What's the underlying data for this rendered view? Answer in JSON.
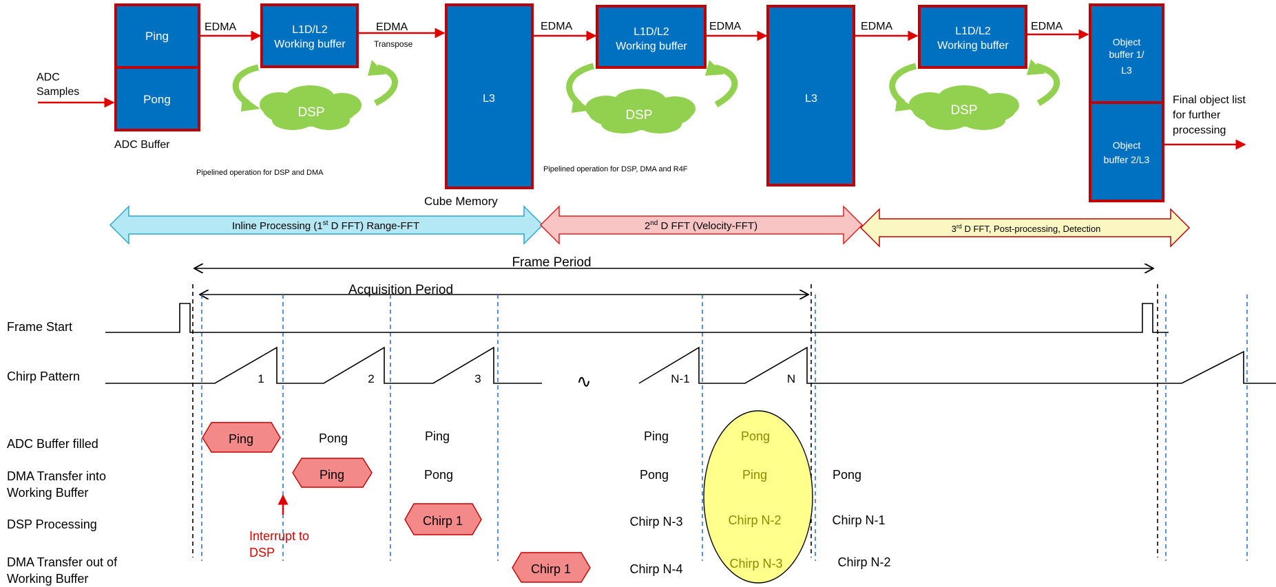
{
  "colors": {
    "box_fill": "#0070c0",
    "box_border": "#c00000",
    "arrow_red": "#e00000",
    "dsp_green": "#92d050",
    "cyan_fill": "#b4e8f4",
    "cyan_stroke": "#2aa9c7",
    "pink_fill": "#f8c4c4",
    "pink_stroke": "#e02020",
    "yellow_fill": "#fbf7c2",
    "yellow_stroke": "#c00000",
    "hex_fill": "#f4898a",
    "ellipse_fill": "#ffff8c",
    "ellipse_text": "#8a8a00",
    "dashed_blue": "#2e75c8"
  },
  "top": {
    "adc_samples": [
      "ADC",
      "Samples"
    ],
    "ping": "Ping",
    "pong": "Pong",
    "adc_buffer": "ADC Buffer",
    "edma": "EDMA",
    "transpose": "Transpose",
    "working_buffer": [
      "L1D/L2",
      "Working buffer"
    ],
    "dsp": "DSP",
    "l3": "L3",
    "cube_memory": "Cube Memory",
    "pipelined_1": "Pipelined operation for DSP and DMA",
    "pipelined_2": "Pipelined operation for DSP, DMA and R4F",
    "object_buffer_1": [
      "Object",
      "buffer 1/",
      "L3"
    ],
    "object_buffer_2": [
      "Object",
      "buffer 2/L3"
    ],
    "final_list": [
      "Final object list",
      "for further",
      "processing"
    ]
  },
  "stages": {
    "stage1": {
      "pre": "Inline Processing (1",
      "sup": "st",
      "post": " D FFT) Range-FFT"
    },
    "stage2": {
      "pre": "2",
      "sup": "nd",
      "post": " D FFT (Velocity-FFT)"
    },
    "stage3": {
      "pre": "3",
      "sup": "rd",
      "post": " D FFT, Post-processing, Detection"
    }
  },
  "timing": {
    "frame_period": "Frame Period",
    "acquisition_period": "Acquisition Period",
    "rows": {
      "frame_start": "Frame Start",
      "chirp_pattern": "Chirp Pattern",
      "adc_filled": "ADC Buffer filled",
      "dma_in": [
        "DMA Transfer into",
        "Working Buffer"
      ],
      "dsp_processing": "DSP Processing",
      "dma_out": [
        "DMA Transfer out of",
        "Working Buffer"
      ]
    },
    "chirp_labels": [
      "1",
      "2",
      "3",
      "N-1",
      "N"
    ],
    "tilde": "∿",
    "adc": {
      "c1": "Ping",
      "c2": "Pong",
      "c3": "Ping",
      "c4": "Ping",
      "c5": "Pong"
    },
    "dma_in": {
      "c2": "Ping",
      "c3": "Pong",
      "c4": "Pong",
      "c5": "Ping",
      "c6": "Pong"
    },
    "dsp": {
      "c3": "Chirp 1",
      "c4": "Chirp N-3",
      "c5": "Chirp N-2",
      "c6": "Chirp N-1"
    },
    "dma_out": {
      "c4_hex": "Chirp 1",
      "c4": "Chirp N-4",
      "c5": "Chirp N-3",
      "c6": "Chirp N-2"
    },
    "interrupt": [
      "Interrupt to",
      "DSP"
    ]
  }
}
